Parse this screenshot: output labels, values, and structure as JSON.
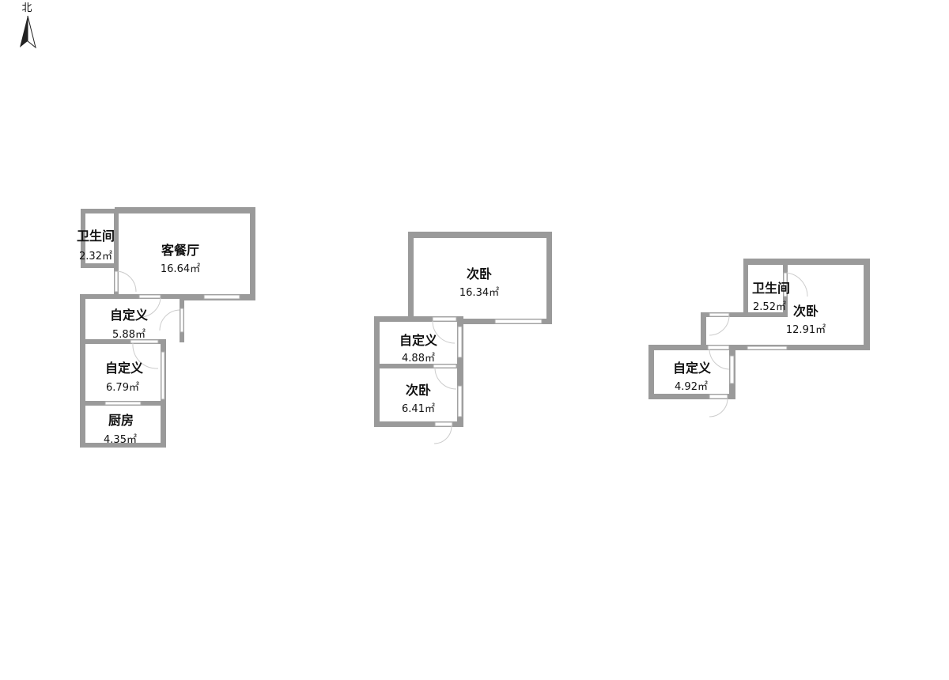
{
  "compass": {
    "label": "北"
  },
  "plans": [
    {
      "rooms": [
        {
          "name": "卫生间",
          "area": "2.32㎡"
        },
        {
          "name": "客餐厅",
          "area": "16.64㎡"
        },
        {
          "name": "自定义",
          "area": "5.88㎡"
        },
        {
          "name": "自定义",
          "area": "6.79㎡"
        },
        {
          "name": "厨房",
          "area": "4.35㎡"
        }
      ]
    },
    {
      "rooms": [
        {
          "name": "次卧",
          "area": "16.34㎡"
        },
        {
          "name": "自定义",
          "area": "4.88㎡"
        },
        {
          "name": "次卧",
          "area": "6.41㎡"
        }
      ]
    },
    {
      "rooms": [
        {
          "name": "卫生间",
          "area": "2.52㎡"
        },
        {
          "name": "次卧",
          "area": "12.91㎡"
        },
        {
          "name": "自定义",
          "area": "4.92㎡"
        }
      ]
    }
  ]
}
